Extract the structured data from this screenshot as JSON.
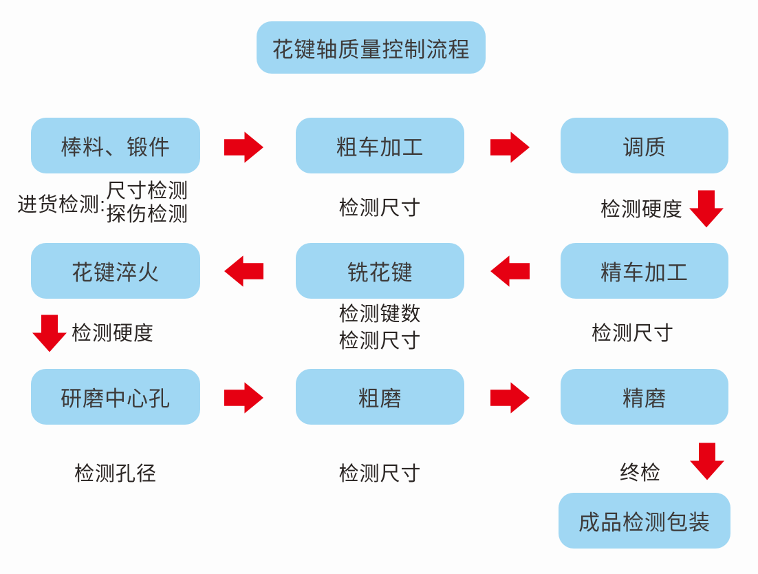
{
  "title": "花键轴质量控制流程",
  "process": {
    "row1": {
      "a": "棒料、锻件",
      "b": "粗车加工",
      "c": "调质"
    },
    "row2": {
      "a": "花键淬火",
      "b": "铣花键",
      "c": "精车加工"
    },
    "row3": {
      "a": "研磨中心孔",
      "b": "粗磨",
      "c": "精磨"
    },
    "final": "成品检测包装"
  },
  "inspections": {
    "incoming": {
      "prefix": "进货检测:",
      "line1": "尺寸检测",
      "line2": "探伤检测"
    },
    "after_rough_turning": "检测尺寸",
    "after_tempering": "检测硬度",
    "after_spline_quenching": "检测硬度",
    "after_spline_milling_line1": "检测键数",
    "after_spline_milling_line2": "检测尺寸",
    "after_finish_turning": "检测尺寸",
    "after_center_hole": "检测孔径",
    "after_rough_grinding": "检测尺寸",
    "final_inspection": "终检"
  },
  "colors": {
    "box-fill": "#a0d7f3",
    "arrow-red": "#e60012",
    "box-text": "#3d3a39",
    "label-text": "#2a2523",
    "canvas-bg": "#fdfdfd"
  }
}
